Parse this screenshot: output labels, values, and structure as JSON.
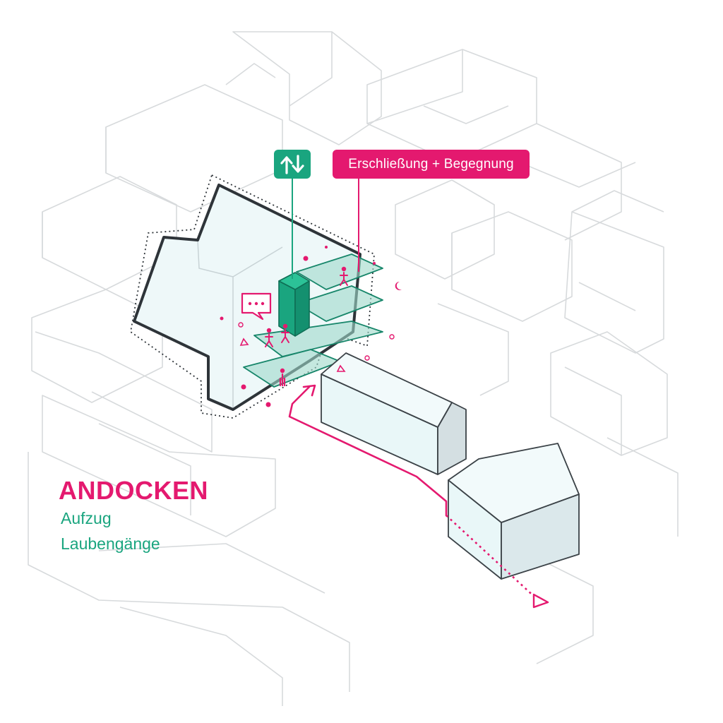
{
  "colors": {
    "accent": "#e4196f",
    "green": "#1aa57f",
    "dark_outline": "#2e3439",
    "context_line": "#d7dadc",
    "volume_fill": "#e9f7f8",
    "volume_stroke": "#3b4247"
  },
  "labels": {
    "elevator_badge_icon": "up-down-arrows-icon",
    "access": "Erschließung + Begegnung"
  },
  "caption": {
    "title": "ANDOCKEN",
    "line1": "Aufzug",
    "line2": "Laubengänge"
  },
  "icons": [
    "pedestrian-icon",
    "speech-bubble-icon",
    "flower-icon",
    "moon-icon",
    "triangle-icon",
    "path-arrow-icon"
  ]
}
